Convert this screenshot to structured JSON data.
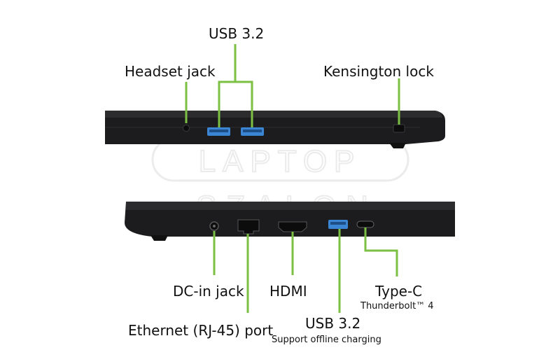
{
  "colors": {
    "accent": "#7bc043",
    "laptop_body": "#1c1c1e",
    "usb_blue": "#3a86d4",
    "watermark": "#c8c8c8"
  },
  "watermark": {
    "line1": "LAPTOP",
    "line2": "SZALON"
  },
  "top_view": {
    "usb_label": "USB 3.2",
    "headset_label": "Headset jack",
    "kensington_label": "Kensington lock"
  },
  "bottom_view": {
    "dcin_label": "DC-in jack",
    "ethernet_label": "Ethernet (RJ-45) port",
    "hdmi_label": "HDMI",
    "usb_label": "USB 3.2",
    "usb_sublabel": "Support offline charging",
    "typec_label": "Type-C",
    "typec_sublabel": "Thunderbolt™ 4"
  }
}
